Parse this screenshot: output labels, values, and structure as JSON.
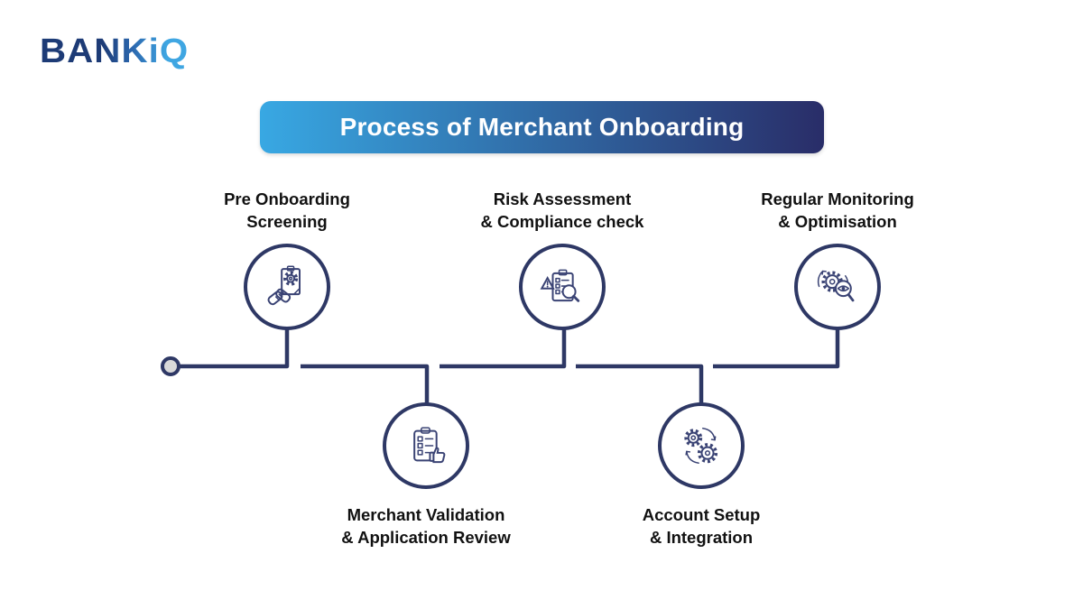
{
  "logo": {
    "text": "BANKiQ"
  },
  "title": {
    "text": "Process of Merchant Onboarding"
  },
  "colors": {
    "navy": "#2e3865",
    "icon_navy": "#3a4374",
    "dot_fill": "#d9d9d9",
    "banner_light": "#38a8e3",
    "banner_dark": "#292d68",
    "logo_dark": "#1d3b76",
    "logo_light": "#3fa6e2",
    "text": "#111111"
  },
  "steps": [
    {
      "position": "top",
      "label_line1": "Pre Onboarding",
      "label_line2": "Screening",
      "icon": "handshake-document-gear-icon"
    },
    {
      "position": "bottom",
      "label_line1": "Merchant Validation",
      "label_line2": "& Application Review",
      "icon": "checklist-thumbs-up-icon"
    },
    {
      "position": "top",
      "label_line1": "Risk Assessment",
      "label_line2": "& Compliance check",
      "icon": "warning-checklist-magnifier-icon"
    },
    {
      "position": "bottom",
      "label_line1": "Account Setup",
      "label_line2": "& Integration",
      "icon": "gears-integration-icon"
    },
    {
      "position": "top",
      "label_line1": "Regular Monitoring",
      "label_line2": "& Optimisation",
      "icon": "gear-sync-magnifier-eye-icon"
    }
  ]
}
